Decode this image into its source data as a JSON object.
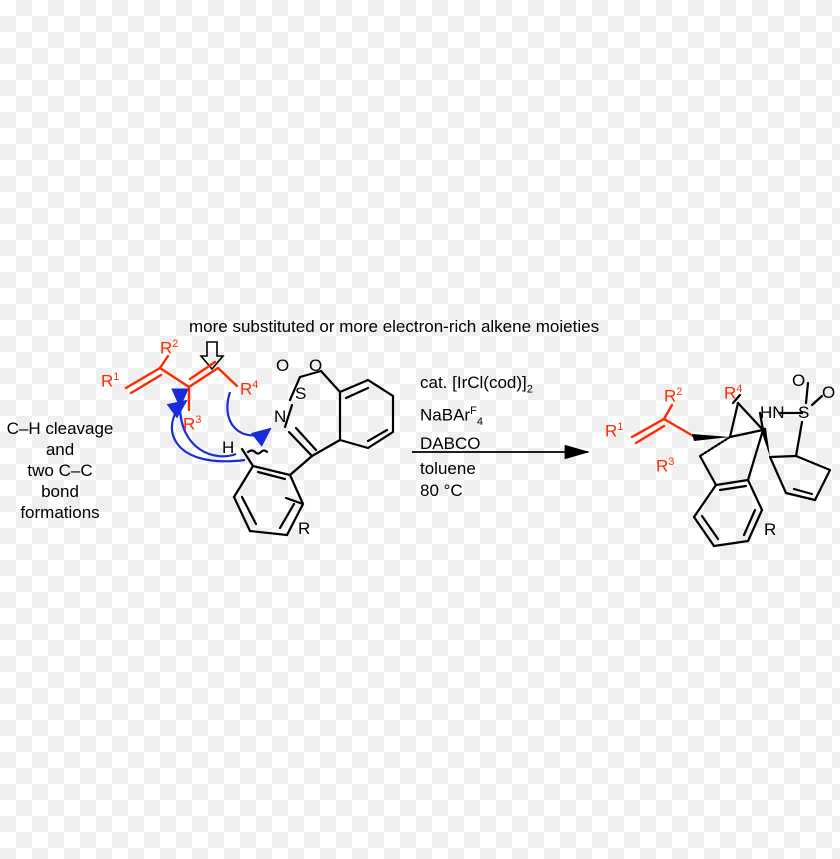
{
  "note_top": "more substituted or more electron-rich alkene moieties",
  "left_label": [
    "C–H cleavage",
    "and",
    "two C–C",
    "bond",
    "formations"
  ],
  "reactant": {
    "R1": "R",
    "R1_sup": "1",
    "R2": "R",
    "R2_sup": "2",
    "R3": "R",
    "R3_sup": "3",
    "R4": "R",
    "R4_sup": "4",
    "H": "H",
    "S": "S",
    "N": "N",
    "O1": "O",
    "O2": "O",
    "R": "R"
  },
  "conditions": {
    "line1_a": "cat. [IrCl(cod)]",
    "line1_sub": "2",
    "line2_a": "NaBAr",
    "line2_sup": "F",
    "line2_sub": "4",
    "line3": "DABCO",
    "line4": "toluene",
    "line5": "80 °C"
  },
  "product": {
    "R1": "R",
    "R1_sup": "1",
    "R2": "R",
    "R2_sup": "2",
    "R3": "R",
    "R3_sup": "3",
    "R4": "R",
    "R4_sup": "4",
    "HN": "HN",
    "S": "S",
    "O1": "O",
    "O2": "O",
    "R": "R"
  },
  "colors": {
    "highlight": "#ff2a00",
    "arrow_curve": "#1a2bd8",
    "ink": "#000000"
  }
}
